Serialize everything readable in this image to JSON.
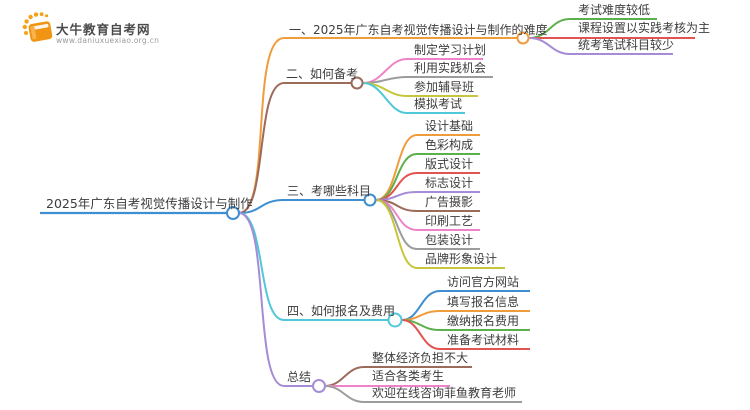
{
  "brand": {
    "name": "大牛教育自考网",
    "url": "www.daniuxuexiao.org.cn",
    "logo_color": "#f39c1f"
  },
  "root": {
    "label": "2025年广东自考视觉传播设计与制作",
    "color": "#3e8ed0"
  },
  "branches": [
    {
      "label": "一、2025年广东自考视觉传播设计与制作的难度",
      "color": "#f09c3c",
      "children": [
        {
          "label": "考试难度较低",
          "color": "#5cb04c"
        },
        {
          "label": "课程设置以实践考核为主",
          "color": "#e25450"
        },
        {
          "label": "统考笔试科目较少",
          "color": "#a68cd5"
        }
      ]
    },
    {
      "label": "二、如何备考",
      "color": "#9c6b5c",
      "children": [
        {
          "label": "制定学习计划",
          "color": "#ef82c8"
        },
        {
          "label": "利用实践机会",
          "color": "#9c9c9c"
        },
        {
          "label": "参加辅导班",
          "color": "#c6c63c"
        },
        {
          "label": "模拟考试",
          "color": "#4fc8da"
        }
      ]
    },
    {
      "label": "三、考哪些科目",
      "color": "#3e8ed0",
      "children": [
        {
          "label": "设计基础",
          "color": "#f09c3c"
        },
        {
          "label": "色彩构成",
          "color": "#5cb04c"
        },
        {
          "label": "版式设计",
          "color": "#e25450"
        },
        {
          "label": "标志设计",
          "color": "#a68cd5"
        },
        {
          "label": "广告摄影",
          "color": "#9c6b5c"
        },
        {
          "label": "印刷工艺",
          "color": "#ef82c8"
        },
        {
          "label": "包装设计",
          "color": "#9c9c9c"
        },
        {
          "label": "品牌形象设计",
          "color": "#c6c63c"
        }
      ]
    },
    {
      "label": "四、如何报名及费用",
      "color": "#4fc8da",
      "children": [
        {
          "label": "访问官方网站",
          "color": "#3e8ed0"
        },
        {
          "label": "填写报名信息",
          "color": "#f09c3c"
        },
        {
          "label": "缴纳报名费用",
          "color": "#5cb04c"
        },
        {
          "label": "准备考试材料",
          "color": "#e25450"
        }
      ]
    },
    {
      "label": "总结",
      "color": "#a68cd5",
      "children": [
        {
          "label": "整体经济负担不大",
          "color": "#9c6b5c"
        },
        {
          "label": "适合各类考生",
          "color": "#ef82c8"
        },
        {
          "label": "欢迎在线咨询菲鱼教育老师",
          "color": "#9c9c9c"
        }
      ]
    }
  ]
}
